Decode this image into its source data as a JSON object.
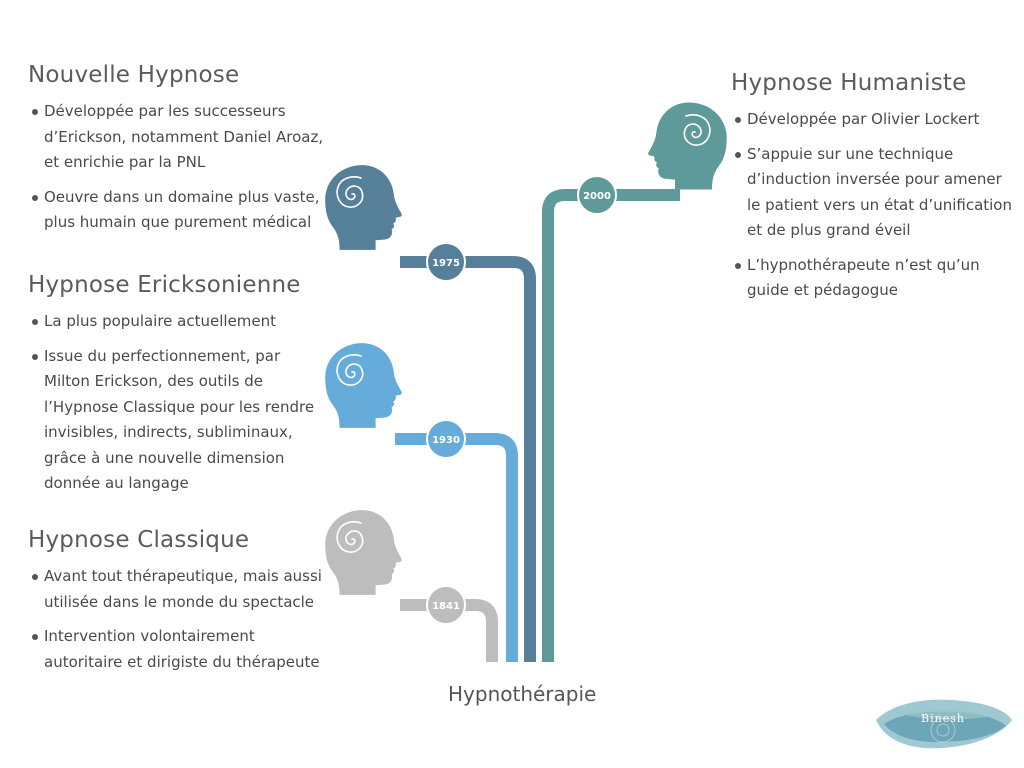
{
  "sections": {
    "nouvelle": {
      "title": "Nouvelle Hypnose",
      "bullets": [
        "Développée par les successeurs d’Erickson, notamment Daniel Aroaz, et enrichie par la PNL",
        "Oeuvre dans un domaine plus vaste, plus humain que purement médical"
      ]
    },
    "ericksonienne": {
      "title": "Hypnose Ericksonienne",
      "bullets": [
        "La plus populaire actuellement",
        "Issue du perfectionnement, par Milton Erickson, des outils de l’Hypnose Classique pour les rendre invisibles, indirects, subliminaux, grâce à une nouvelle dimension donnée au langage"
      ]
    },
    "classique": {
      "title": "Hypnose Classique",
      "bullets": [
        "Avant tout thérapeutique, mais aussi utilisée dans le monde du spectacle",
        "Intervention volontairement autoritaire et dirigiste du thérapeute"
      ]
    },
    "humaniste": {
      "title": "Hypnose Humaniste",
      "bullets": [
        "Développée par Olivier Lockert",
        "S’appuie sur une technique d’induction inversée pour amener le patient vers un état d’unification et de plus grand éveil",
        "L’hypnothérapeute n’est qu’un guide et pédagogue"
      ]
    }
  },
  "timeline": {
    "years": {
      "classique": "1841",
      "ericksonienne": "1930",
      "nouvelle": "1975",
      "humaniste": "2000"
    },
    "colors": {
      "classique": "#bdbdbd",
      "ericksonienne": "#65acdb",
      "nouvelle": "#56809a",
      "humaniste": "#5e9a9a"
    },
    "icons": {
      "head": "head-profile-with-spiral",
      "year-marker": "circle-badge"
    }
  },
  "root_label": "Hypnothérapie",
  "logo": {
    "text": "Binesh",
    "colors": [
      "#7fb6c4",
      "#4d8fa8",
      "#9cc9c9"
    ]
  }
}
